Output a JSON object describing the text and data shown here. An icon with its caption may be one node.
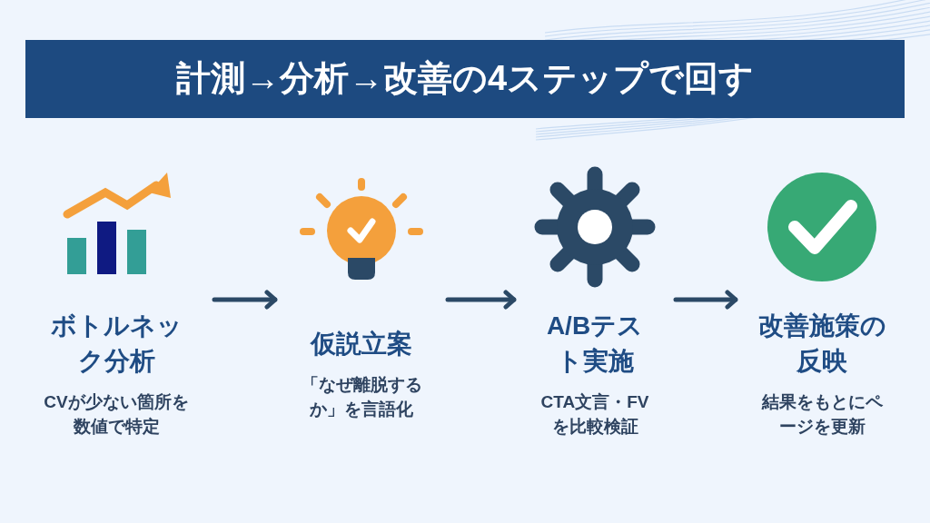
{
  "diagram": {
    "title": "計測→分析→改善の4ステップで回す",
    "nodes": [
      {
        "text": [
          "ボトルネック分析",
          "CVが少ない箇所を数値で特定"
        ]
      },
      {
        "text": [
          "仮説立案",
          "「なぜ離脱するか」を言語化"
        ]
      },
      {
        "text": [
          "A/Bテスト実施",
          "CTA文言・FVを比較検証"
        ]
      },
      {
        "text": [
          "改善施策の反映",
          "結果をもとにページを更新"
        ]
      }
    ],
    "edges": [
      {
        "from": 0,
        "to": 1,
        "arrow": "to"
      },
      {
        "from": 1,
        "to": 2,
        "arrow": "to"
      },
      {
        "from": 2,
        "to": 3,
        "arrow": "to"
      }
    ]
  }
}
